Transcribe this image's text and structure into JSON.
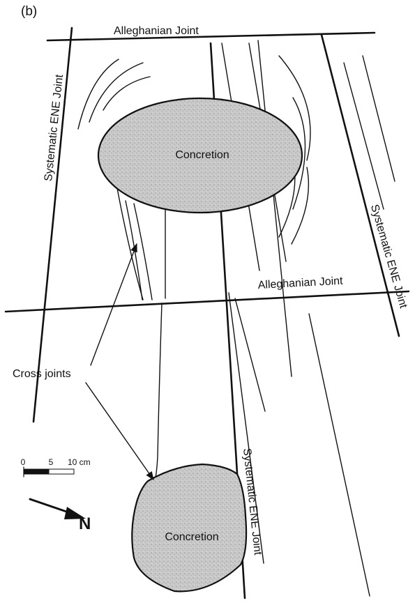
{
  "panel_label": "(b)",
  "labels": {
    "alleghanian_top": "Alleghanian  Joint",
    "alleghanian_mid": "Alleghanian Joint",
    "ene_left": "Systematic ENE Joint",
    "ene_right": "Systematic ENE Joint",
    "ene_bottom": "Systematic ENE Joint",
    "concretion_top": "Concretion",
    "concretion_bottom": "Concretion",
    "cross_joints": "Cross joints"
  },
  "scale_bar": {
    "tick_0": "0",
    "tick_5": "5",
    "tick_10": "10 cm"
  },
  "north_arrow": {
    "label": "N"
  }
}
